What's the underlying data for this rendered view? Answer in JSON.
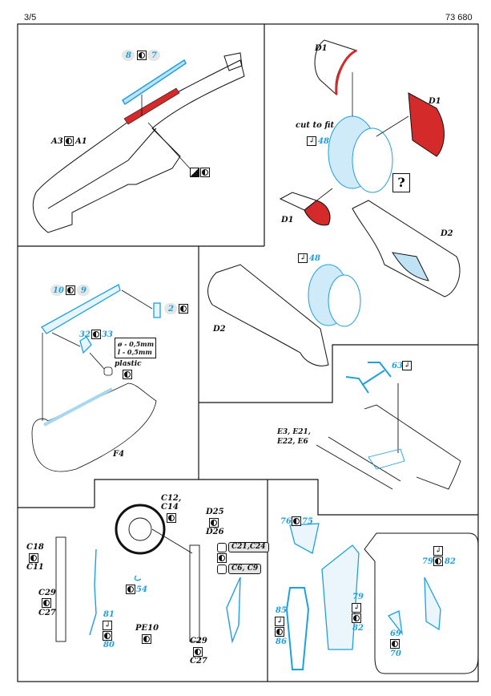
{
  "header": {
    "page": "3/5",
    "kit_number": "73 680"
  },
  "panel_canopy": {
    "part_a": "8",
    "part_b": "7",
    "fuselage_a": "A3",
    "fuselage_b": "A1"
  },
  "panel_intake": {
    "d1_top": "D1",
    "d1_right": "D1",
    "d1_left": "D1",
    "cut_note": "cut to fit",
    "part": "48",
    "question": "?",
    "d2_right": "D2",
    "d2_left": "D2",
    "part_d2": "48"
  },
  "panel_bay": {
    "part_a": "10",
    "part_b": "9",
    "part_c": "2",
    "part_d": "32",
    "part_e": "33",
    "spec_line1": "ø - 0,5mm",
    "spec_line2": "l - 0,5mm",
    "material": "plastic",
    "fuselage": "F4"
  },
  "panel_seat": {
    "part": "63",
    "refs_line1": "E3, E21,",
    "refs_line2": "E22, E6"
  },
  "panel_gear": {
    "c12": "C12,",
    "c14": "C14",
    "d25": "D25",
    "d26": "D26",
    "c21": "C21,C24",
    "c6": "C6, C9",
    "c18": "C18",
    "c11": "C11",
    "c29a": "C29",
    "c27a": "C27",
    "p81": "81",
    "p80": "80",
    "p54": "54",
    "pe10": "PE10",
    "c29b": "C29",
    "c27b": "C27"
  },
  "panel_door": {
    "p76": "76",
    "p75": "75",
    "p85": "85",
    "p86": "86",
    "p79": "79",
    "p82": "82",
    "c79": "79",
    "c82": "82",
    "p69": "69",
    "p70": "70"
  },
  "colors": {
    "photo_etch": "#1fa0dc",
    "paint_red": "#d42a2a",
    "line": "#111111"
  }
}
